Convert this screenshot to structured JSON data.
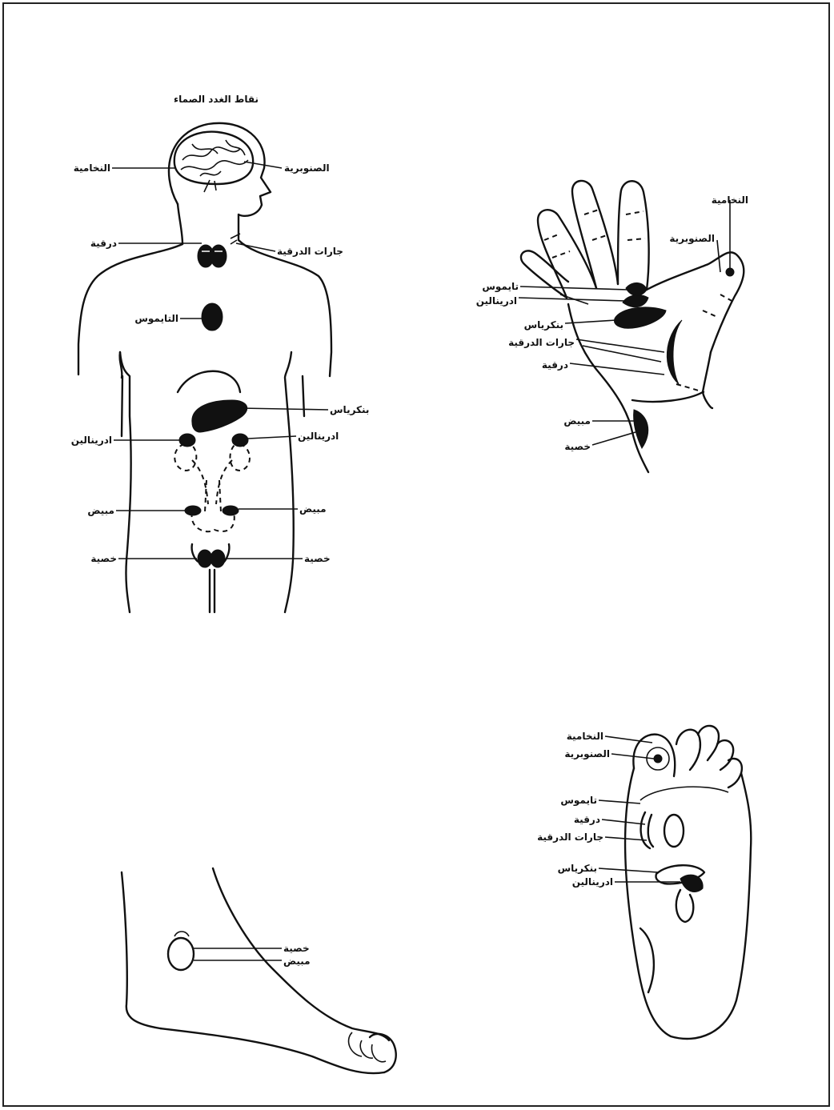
{
  "title": "نقاط الغدد الصماء",
  "body_labels": {
    "pineal": "الصنوبرية",
    "pituitary": "النخامية",
    "thyroid": "درقية",
    "parathyroid": "جارات الدرقية",
    "thymus": "التايموس",
    "pancreas": "بنكرياس",
    "adrenal_left": "ادرينالين",
    "adrenal_right": "ادرينالين",
    "ovary_left": "مبيض",
    "ovary_right": "مبيض",
    "testis_left": "خصية",
    "testis_right": "خصية"
  },
  "hand_labels": {
    "pituitary": "النخامية",
    "pineal": "الصنوبرية",
    "thymus": "تايموس",
    "adrenal": "ادرينالين",
    "pancreas": "بنكرياس",
    "parathyroid": "جارات الدرقية",
    "thyroid": "درقية",
    "ovary": "مبيض",
    "testis": "خصية"
  },
  "foot_side_labels": {
    "testis": "خصية",
    "ovary": "مبيض"
  },
  "sole_labels": {
    "pituitary": "النخامية",
    "pineal": "الصنوبرية",
    "thymus": "تايموس",
    "thyroid": "درقية",
    "parathyroid": "جارات الدرقية",
    "pancreas": "بنكرياس",
    "adrenal": "ادرينالين"
  }
}
